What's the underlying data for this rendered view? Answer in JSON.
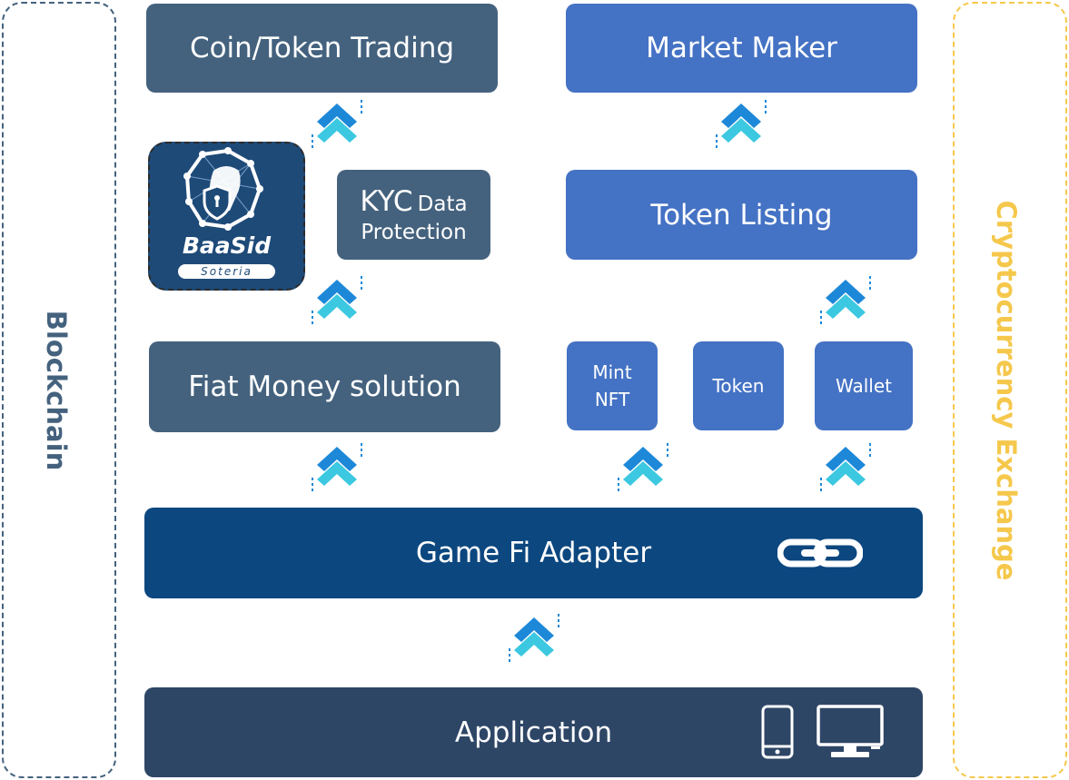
{
  "left_frame": {
    "label": "Blockchain",
    "color": "#44627e"
  },
  "right_frame": {
    "label": "Cryptocurrency Exchange",
    "color": "#f5c84c"
  },
  "boxes": {
    "coin_token_trading": "Coin/Token Trading",
    "market_maker": "Market Maker",
    "kyc": {
      "line1_big": "KYC",
      "line1_small": "Data",
      "line2": "Protection"
    },
    "token_listing": "Token Listing",
    "fiat_money": "Fiat Money solution",
    "mint_nft": {
      "line1": "Mint",
      "line2": "NFT"
    },
    "token": "Token",
    "wallet": "Wallet",
    "game_fi_adapter": "Game Fi Adapter",
    "application": "Application"
  },
  "logo": {
    "name": "BaaSid",
    "subtitle": "Soteria"
  },
  "icons": {
    "arrow": "double-chevron-up-icon",
    "link": "chain-link-icon",
    "phone": "smartphone-icon",
    "monitor": "monitor-icon"
  },
  "colors": {
    "slate": "#44627e",
    "blue": "#4472c4",
    "navy": "#0c477f",
    "dark": "#2e4666",
    "arrow_cyan": "#3cc8e0",
    "arrow_blue": "#1e88d8"
  }
}
